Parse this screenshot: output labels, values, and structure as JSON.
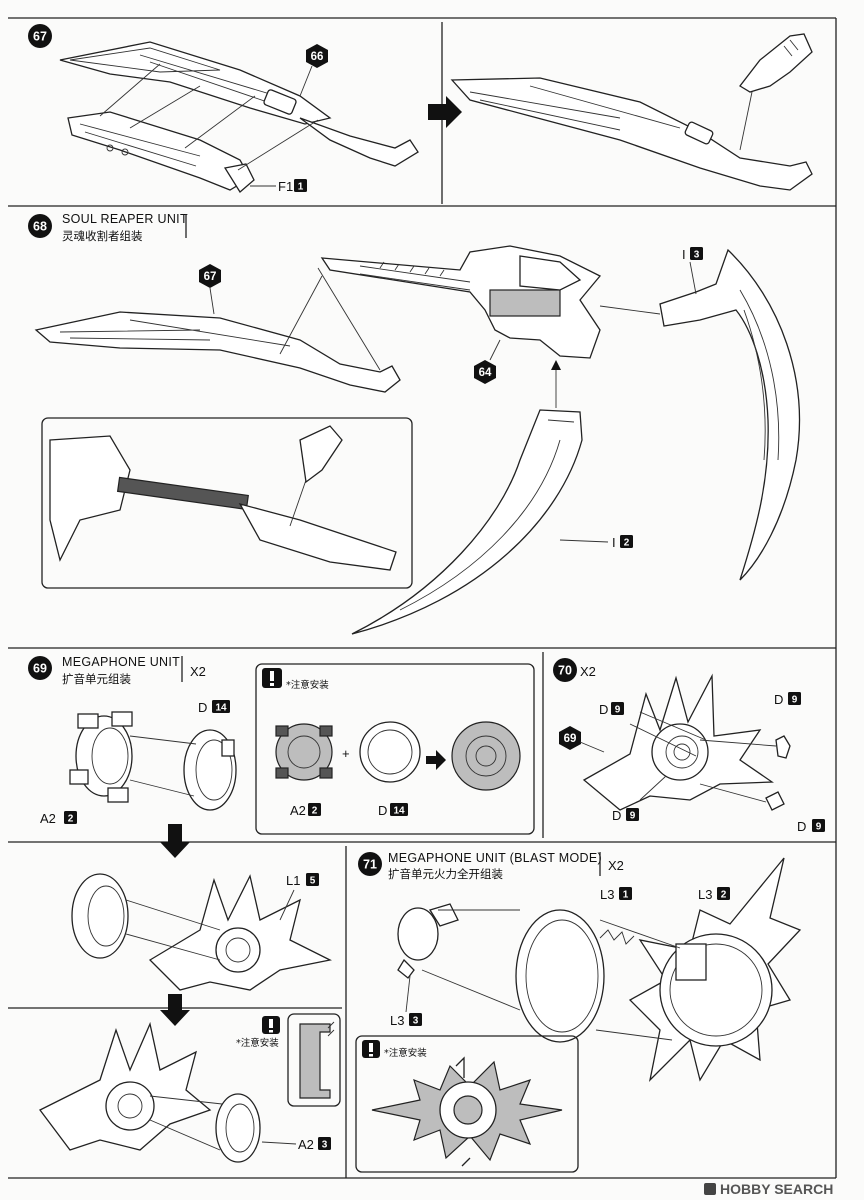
{
  "steps": {
    "s67": {
      "num": "67",
      "part_ref": "66",
      "label": "F1",
      "badge": "1"
    },
    "s68": {
      "num": "68",
      "title": "SOUL REAPER UNIT",
      "subtitle": "灵魂收割者组装",
      "ref_a": "67",
      "ref_b": "64",
      "parts": [
        {
          "label": "I",
          "badge": "3"
        },
        {
          "label": "I",
          "badge": "2"
        }
      ]
    },
    "s69": {
      "num": "69",
      "title": "MEGAPHONE UNIT",
      "subtitle": "扩音单元组装",
      "qty": "X2",
      "parts": [
        {
          "label": "D",
          "badge": "14"
        },
        {
          "label": "A2",
          "badge": "2"
        }
      ],
      "note": "*注意安装",
      "note_parts": [
        {
          "label": "A2",
          "badge": "2"
        },
        {
          "label": "D",
          "badge": "14"
        }
      ],
      "parts2": [
        {
          "label": "L1",
          "badge": "5"
        }
      ],
      "note2": "*注意安装",
      "parts3": [
        {
          "label": "A2",
          "badge": "3"
        }
      ]
    },
    "s70": {
      "num": "70",
      "qty": "X2",
      "ref": "69",
      "parts": [
        {
          "label": "D",
          "badge": "9"
        },
        {
          "label": "D",
          "badge": "9"
        },
        {
          "label": "D",
          "badge": "9"
        },
        {
          "label": "D",
          "badge": "9"
        }
      ]
    },
    "s71": {
      "num": "71",
      "title": "MEGAPHONE UNIT (BLAST MODE)",
      "subtitle": "扩音单元火力全开组装",
      "qty": "X2",
      "parts": [
        {
          "label": "L3",
          "badge": "1"
        },
        {
          "label": "L3",
          "badge": "2"
        },
        {
          "label": "L3",
          "badge": "3"
        }
      ],
      "note": "*注意安装"
    }
  },
  "watermark": "HOBBY SEARCH",
  "icons": [
    "warning-icon",
    "arrow-right-icon",
    "arrow-down-icon",
    "hexagon-ref-icon",
    "step-circle-icon"
  ]
}
